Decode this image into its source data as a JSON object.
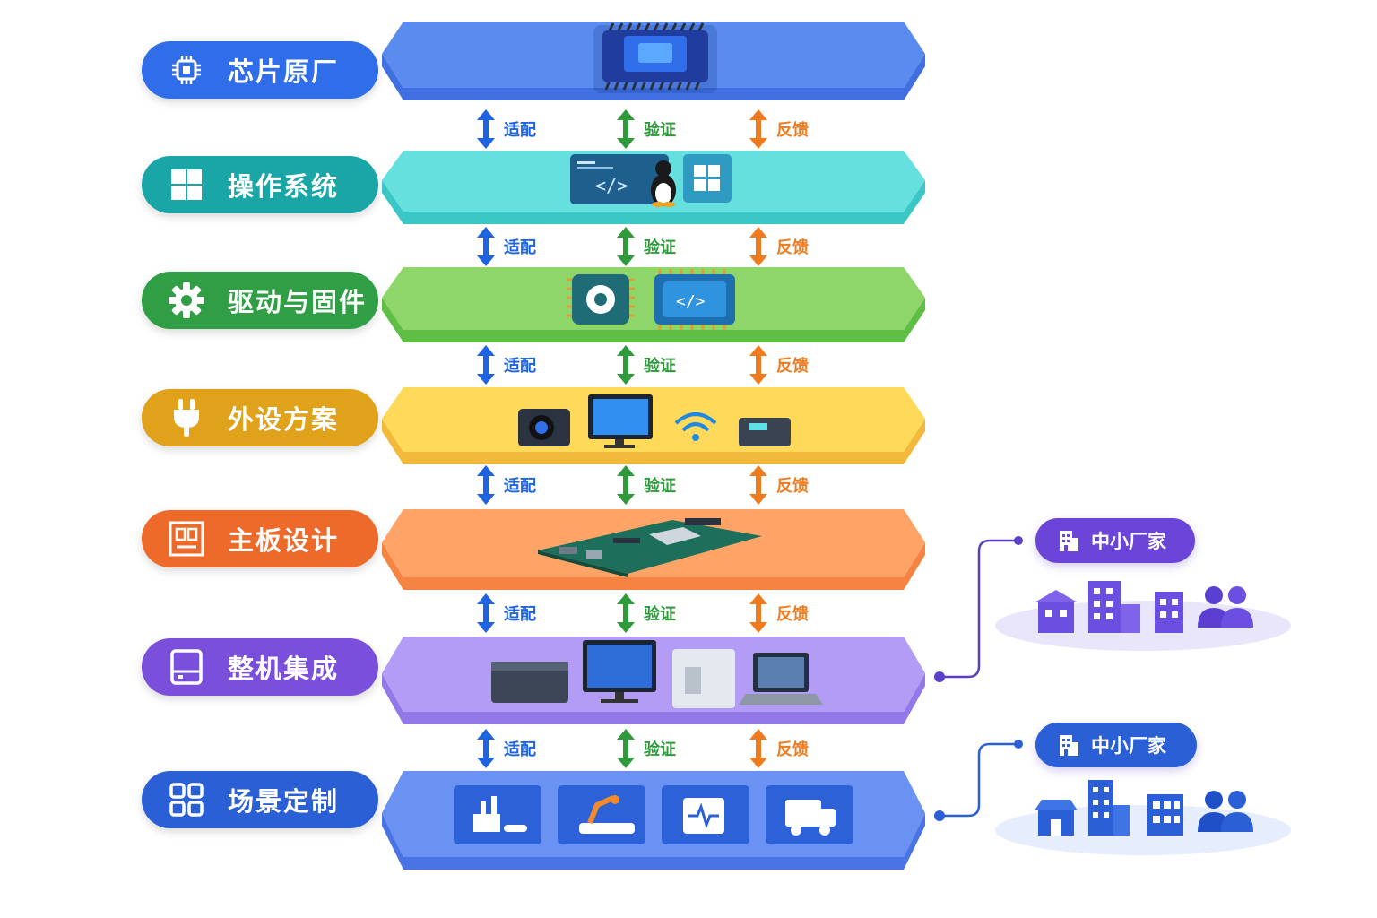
{
  "layers": [
    {
      "id": "chip",
      "label": "芯片原厂",
      "color": "#2f6ee8",
      "plate_top": "#5a8cf0",
      "plate_side": "#3f6fe0",
      "icon": "chip-icon"
    },
    {
      "id": "os",
      "label": "操作系统",
      "color": "#1aa5a6",
      "plate_top": "#66e0de",
      "plate_side": "#3cc7c7",
      "icon": "windows-icon"
    },
    {
      "id": "driver",
      "label": "驱动与固件",
      "color": "#2f9e44",
      "plate_top": "#8fd66a",
      "plate_side": "#5fbf44",
      "icon": "gear-icon"
    },
    {
      "id": "peripheral",
      "label": "外设方案",
      "color": "#e0a21a",
      "plate_top": "#ffd95a",
      "plate_side": "#f2b93a",
      "icon": "plug-icon"
    },
    {
      "id": "board",
      "label": "主板设计",
      "color": "#ee6a2a",
      "plate_top": "#ffa466",
      "plate_side": "#f58443",
      "icon": "board-icon"
    },
    {
      "id": "integration",
      "label": "整机集成",
      "color": "#7a4fdb",
      "plate_top": "#b29cf5",
      "plate_side": "#9378e8",
      "icon": "computer-icon"
    },
    {
      "id": "scenario",
      "label": "场景定制",
      "color": "#2a5fd6",
      "plate_top": "#6a92f2",
      "plate_side": "#4a74e6",
      "icon": "apps-icon"
    }
  ],
  "relations": [
    {
      "label": "适配",
      "color": "#1f63e0"
    },
    {
      "label": "验证",
      "color": "#2e9a3c"
    },
    {
      "label": "反馈",
      "color": "#f07a1e"
    }
  ],
  "vendors": [
    {
      "label": "中小厂家"
    },
    {
      "label": "中小厂家"
    }
  ]
}
